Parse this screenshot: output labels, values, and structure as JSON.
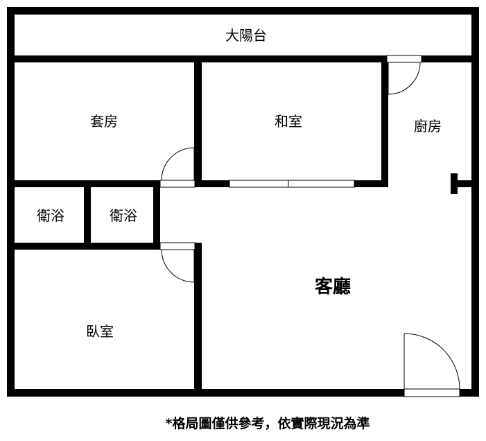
{
  "floor_plan": {
    "rooms": {
      "balcony": "大陽台",
      "suite": "套房",
      "tatami_room": "和室",
      "kitchen": "廚房",
      "bathroom_1": "衛浴",
      "bathroom_2": "衛浴",
      "living_room": "客廳",
      "bedroom": "臥室"
    },
    "disclaimer": "*格局圖僅供參考，依實際現況為準"
  },
  "colors": {
    "wall": "#000000",
    "background": "#ffffff"
  }
}
